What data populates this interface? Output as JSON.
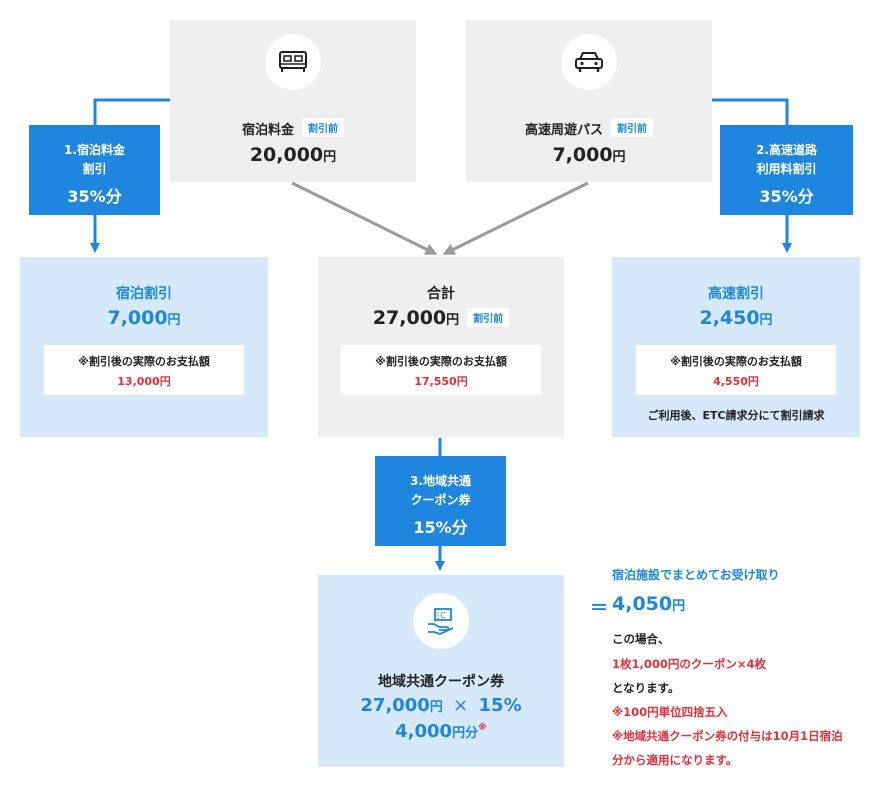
{
  "hotel": {
    "name": "宿泊料金",
    "tag": "割引前",
    "amount": "20,000",
    "unit": "円"
  },
  "highway": {
    "name": "高速周遊パス",
    "tag": "割引前",
    "amount": "7,000",
    "unit": "円"
  },
  "step1": {
    "line1": "1.宿泊料金",
    "line2": "割引",
    "pct": "35%分"
  },
  "step2": {
    "line1": "2.高速道路",
    "line2": "利用料割引",
    "pct": "35%分"
  },
  "hotel_discount": {
    "title": "宿泊割引",
    "amount": "7,000",
    "unit": "円",
    "note": "※割引後の実際のお支払額",
    "paid": "13,000円"
  },
  "total": {
    "title": "合計",
    "amount": "27,000",
    "unit": "円",
    "tag": "割引前",
    "note": "※割引後の実際のお支払額",
    "paid": "17,550円"
  },
  "highway_discount": {
    "title": "高速割引",
    "amount": "2,450",
    "unit": "円",
    "note": "※割引後の実際のお支払額",
    "paid": "4,550円",
    "footer": "ご利用後、ETC請求分にて割引請求"
  },
  "step3": {
    "line1": "3.地域共通",
    "line2": "クーポン券",
    "pct": "15%分"
  },
  "coupon": {
    "title": "地域共通クーポン券",
    "formula_amount": "27,000",
    "formula_unit": "円",
    "formula_op": "×",
    "formula_pct": "15%",
    "result": "4,000",
    "result_unit": "円分",
    "mark": "※"
  },
  "side": {
    "heading": "宿泊施設でまとめてお受け取り",
    "equals": "＝",
    "amount": "4,050",
    "unit": "円",
    "line1": "この場合、",
    "line2": "1枚1,000円のクーポン×4枚",
    "line3": "となります。",
    "note1": "※100円単位四捨五入",
    "note2a": "※地域共通クーポン券の付与は10月1日宿泊",
    "note2b": "分から適用になります。"
  },
  "colors": {
    "accent": "#1f86e0",
    "light": "#d6e9fb",
    "gray": "#efefef",
    "red": "#e0303a",
    "arrow_gray": "#9a9a9a"
  }
}
